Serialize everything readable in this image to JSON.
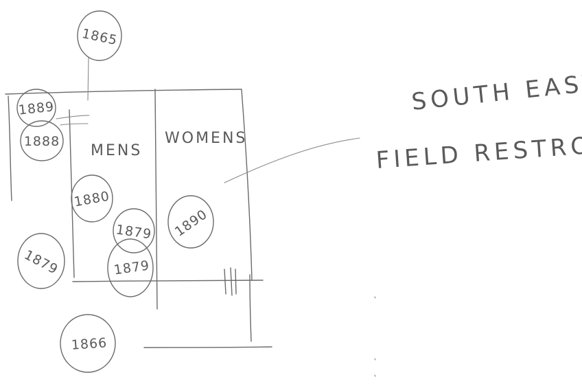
{
  "rooms": {
    "mens": "MENS",
    "womens": "WOMENS"
  },
  "annotation": {
    "line1": "SOUTH EAST",
    "line2": "FIELD RESTROOM"
  },
  "year_markers": [
    {
      "id": "1865",
      "label": "1865"
    },
    {
      "id": "1889-top-left",
      "label": "1889"
    },
    {
      "id": "1888-left",
      "label": "1888"
    },
    {
      "id": "1880",
      "label": "1880"
    },
    {
      "id": "1879-mid",
      "label": "1879"
    },
    {
      "id": "1890",
      "label": "1890"
    },
    {
      "id": "1879-left",
      "label": "1879"
    },
    {
      "id": "1879-low",
      "label": "1879"
    },
    {
      "id": "1866",
      "label": "1866"
    }
  ]
}
